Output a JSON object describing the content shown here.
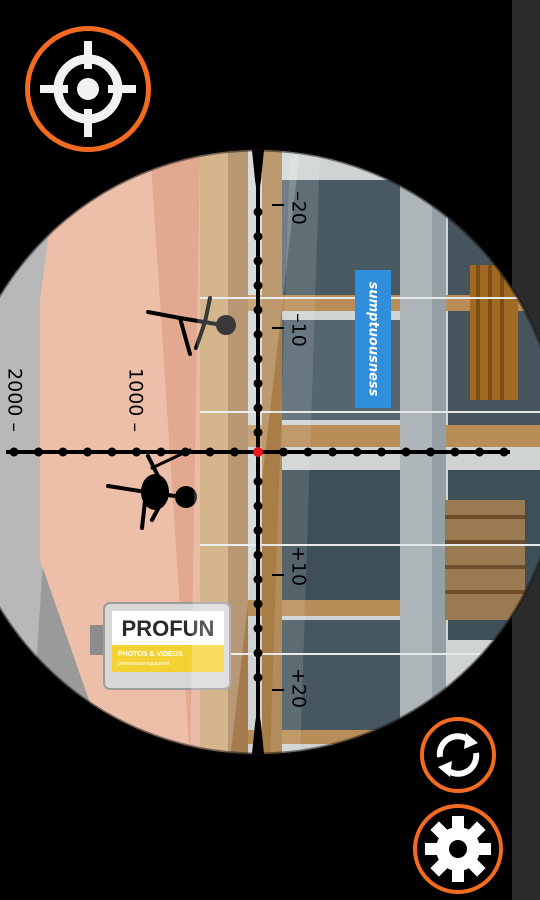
{
  "game": {
    "scope": {
      "range_labels": [
        "1000 –",
        "2000 –"
      ],
      "elevation_labels": [
        "–20",
        "–10",
        "+10",
        "+20"
      ],
      "reticle_color": "#000000",
      "center_dot_color": "#e8161b"
    },
    "scene": {
      "sign_profun": {
        "title": "PROFUN",
        "subtitle": "PHOTOS & VIDEOS",
        "fineprint": "professional equipment"
      },
      "sign_blue": "sumptuousness",
      "target_count": 2
    },
    "controls": {
      "aim_button_icon": "crosshair-icon",
      "reload_button_icon": "refresh-icon",
      "settings_button_icon": "gear-icon",
      "accent_color": "#f26b21"
    }
  }
}
